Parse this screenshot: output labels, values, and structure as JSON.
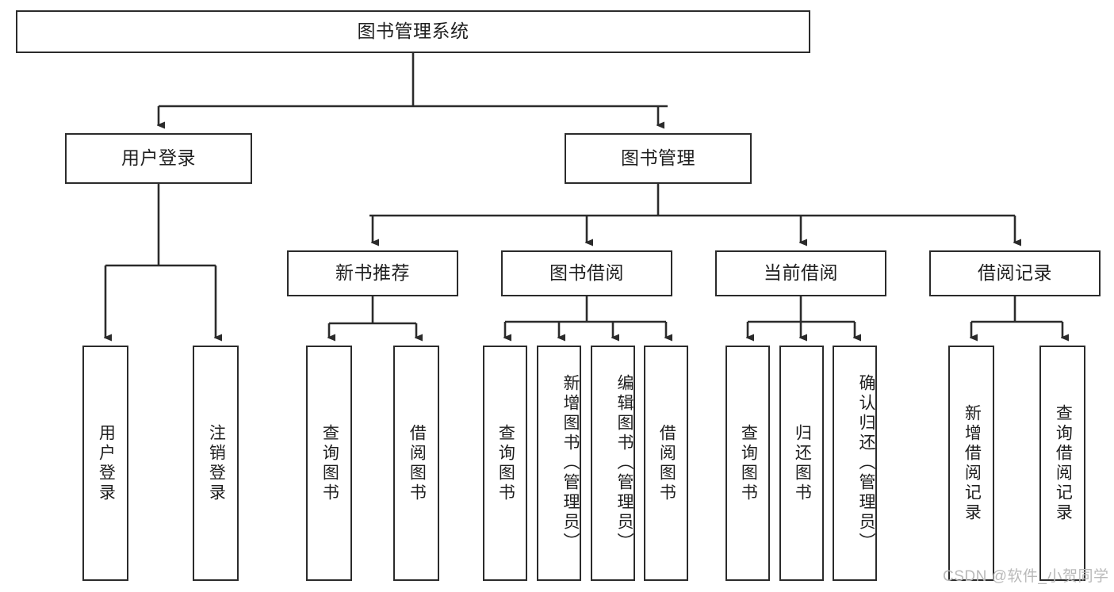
{
  "diagram": {
    "title": "图书管理系统",
    "type": "功能结构图",
    "watermark": "CSDN @软件_小贺同学",
    "colors": {
      "stroke": "#2b2b2b",
      "fill": "#ffffff",
      "text": "#1f1f1f",
      "watermark": "#b9b9b9"
    },
    "nodes": {
      "root": {
        "label": "图书管理系统"
      },
      "level1": [
        {
          "id": "user-login",
          "label": "用户登录"
        },
        {
          "id": "book-manage",
          "label": "图书管理"
        }
      ],
      "level2": [
        {
          "id": "new-book-rec",
          "label": "新书推荐"
        },
        {
          "id": "book-borrow",
          "label": "图书借阅"
        },
        {
          "id": "current-borrow",
          "label": "当前借阅"
        },
        {
          "id": "borrow-record",
          "label": "借阅记录"
        }
      ],
      "leaves": {
        "user_login": [
          {
            "id": "leaf-user-login",
            "label": "用户登录"
          },
          {
            "id": "leaf-logout",
            "label": "注销登录"
          }
        ],
        "new_book_rec": [
          {
            "id": "leaf-query-book-1",
            "label": "查询图书"
          },
          {
            "id": "leaf-borrow-book-1",
            "label": "借阅图书"
          }
        ],
        "book_borrow": [
          {
            "id": "leaf-query-book-2",
            "label": "查询图书"
          },
          {
            "id": "leaf-add-book",
            "label": "新增图书（管理员）"
          },
          {
            "id": "leaf-edit-book",
            "label": "编辑图书（管理员）"
          },
          {
            "id": "leaf-borrow-book-2",
            "label": "借阅图书"
          }
        ],
        "current_borrow": [
          {
            "id": "leaf-query-book-3",
            "label": "查询图书"
          },
          {
            "id": "leaf-return-book",
            "label": "归还图书"
          },
          {
            "id": "leaf-confirm-return",
            "label": "确认归还（管理员）"
          }
        ],
        "borrow_record": [
          {
            "id": "leaf-add-record",
            "label": "新增借阅记录"
          },
          {
            "id": "leaf-query-record",
            "label": "查询借阅记录"
          }
        ]
      }
    }
  }
}
